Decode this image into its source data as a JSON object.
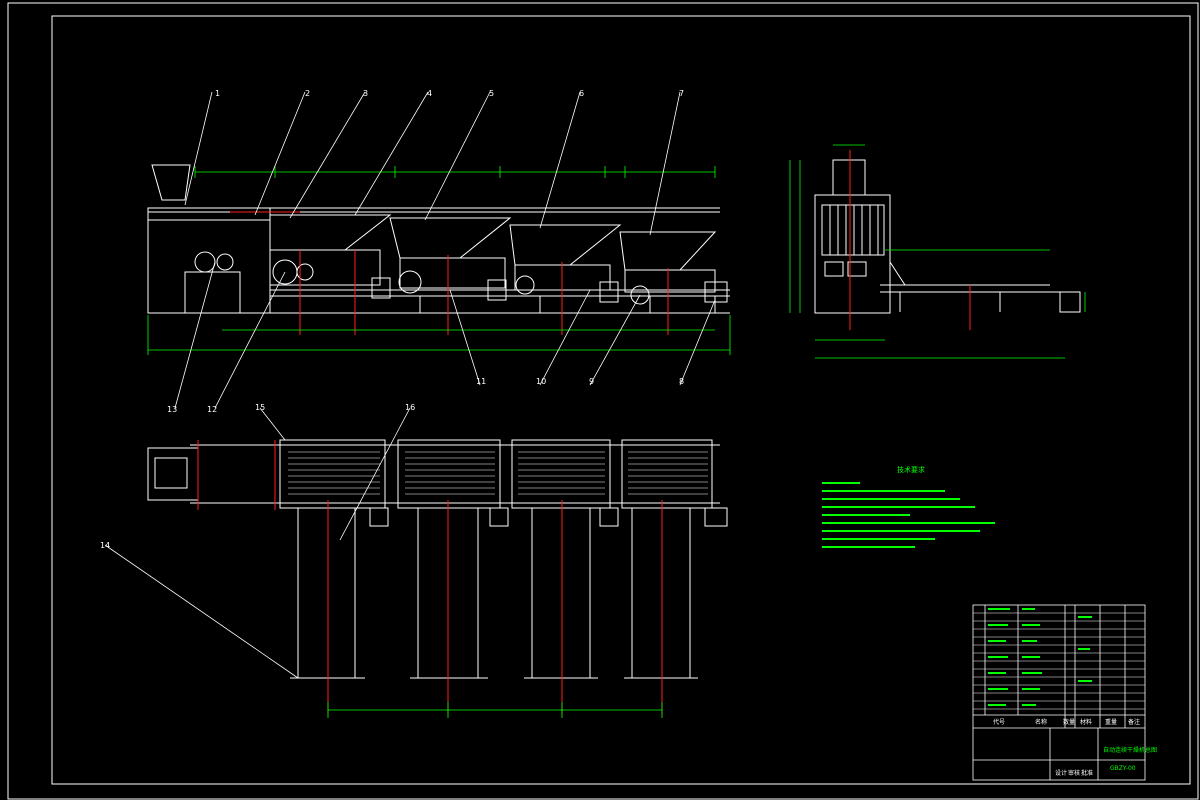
{
  "colors": {
    "background": "#000000",
    "line": "#ffffff",
    "dimension": "#00ff00",
    "centerline": "#ff2020",
    "accent": "#00ccff"
  },
  "callouts_top": [
    "1",
    "2",
    "3",
    "4",
    "5",
    "6",
    "7"
  ],
  "callouts_bottom": [
    "11",
    "10",
    "9",
    "8"
  ],
  "callouts_left": [
    "13",
    "12"
  ],
  "callouts_plan": [
    "15",
    "16"
  ],
  "callout_14": "14",
  "notes_title": "技术要求",
  "title_block": {
    "drawing_name": "自动连续干燥机总图",
    "drawing_number": "GBZY-00",
    "header_code": "代号",
    "header_name": "名称",
    "header_qty": "数量",
    "header_material": "材料",
    "header_weight": "重量",
    "header_note": "备注",
    "footer_1": "设计",
    "footer_2": "审核",
    "footer_3": "批准"
  }
}
